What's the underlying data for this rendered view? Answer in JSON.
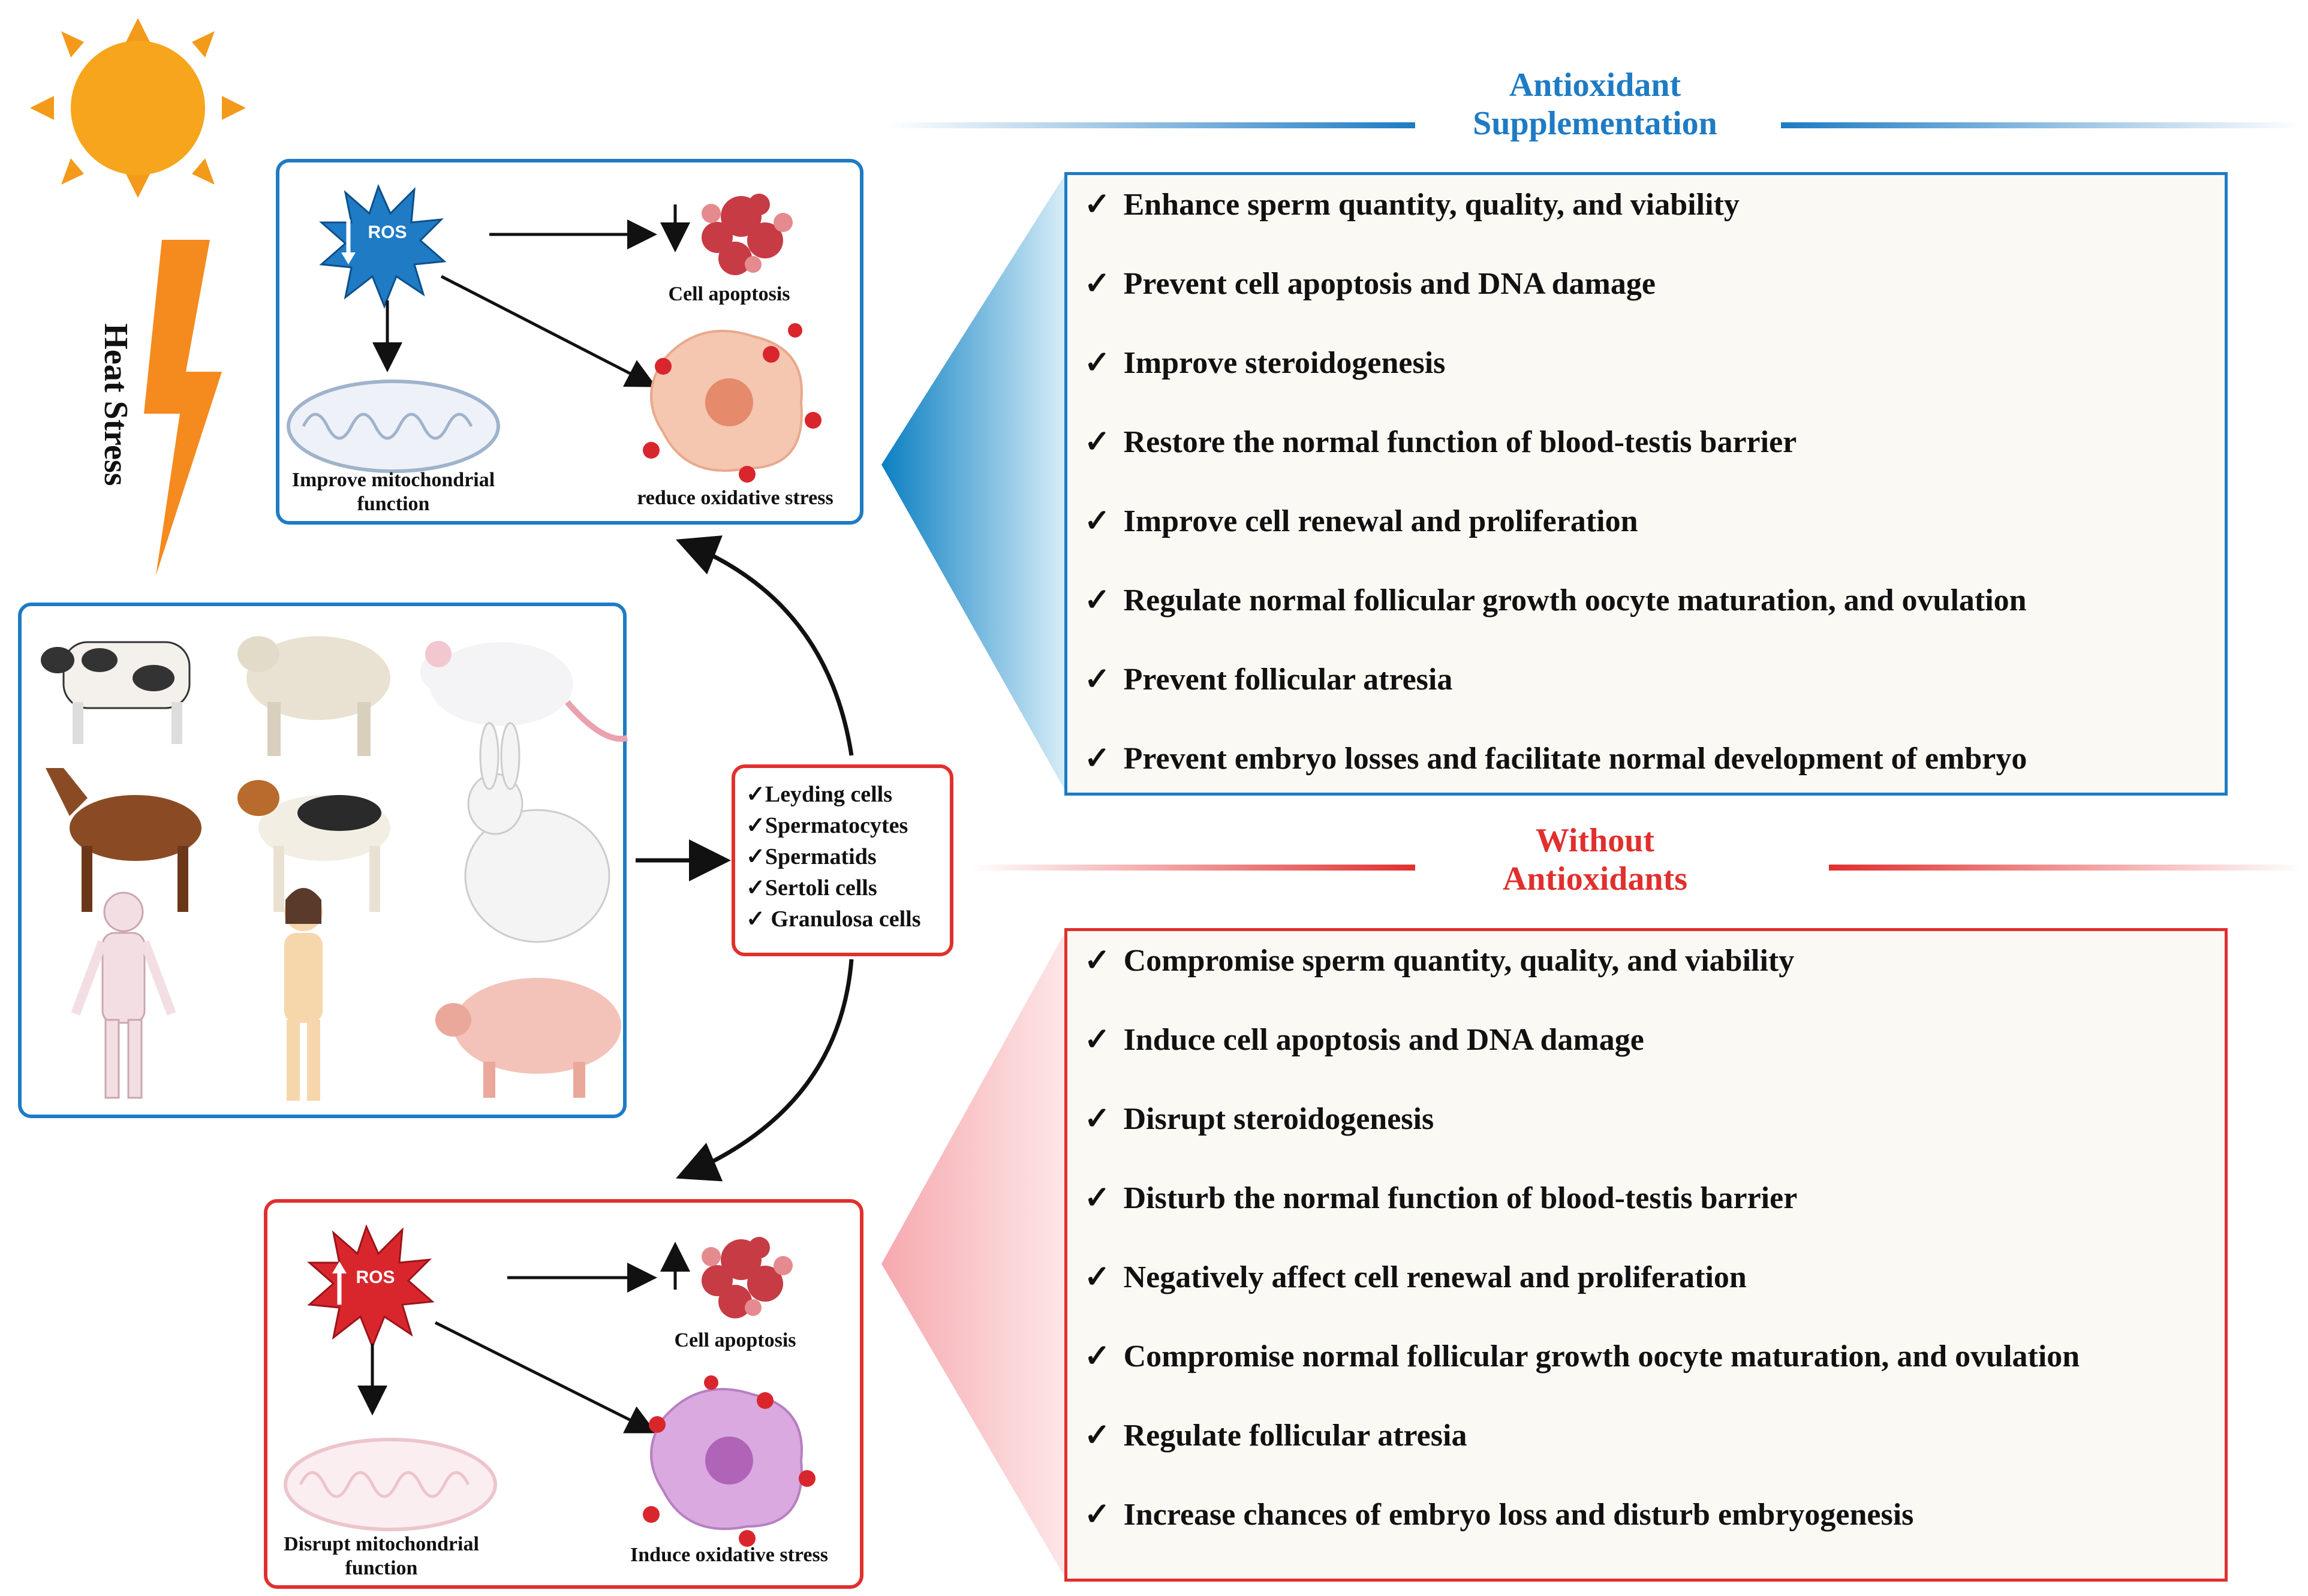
{
  "heat_stress": {
    "label": "Heat Stress"
  },
  "antioxidant": {
    "title_line1": "Antioxidant",
    "title_line2": "Supplementation",
    "ros_label": "ROS",
    "cell_apoptosis": "Cell apoptosis",
    "mito_line1": "Improve mitochondrial",
    "mito_line2": "function",
    "oxidative": "reduce oxidative stress",
    "check": "✓",
    "items": [
      "Enhance sperm quantity, quality, and viability",
      "Prevent cell apoptosis and DNA damage",
      "Improve steroidogenesis",
      "Restore the normal function of blood-testis barrier",
      "Improve cell renewal  and proliferation",
      "Regulate normal follicular growth oocyte maturation, and ovulation",
      "Prevent follicular atresia",
      "Prevent embryo losses and facilitate normal development of embryo"
    ],
    "color": "#1e7bc4"
  },
  "without": {
    "title_line1": "Without",
    "title_line2": "Antioxidants",
    "ros_label": "ROS",
    "cell_apoptosis": "Cell apoptosis",
    "mito_line1": "Disrupt mitochondrial",
    "mito_line2": "function",
    "oxidative": "Induce oxidative stress",
    "check": "✓",
    "items": [
      "Compromise sperm quantity, quality, and viability",
      "Induce cell apoptosis and DNA damage",
      "Disrupt steroidogenesis",
      "Disturb the normal function of blood-testis barrier",
      "Negatively affect cell renewal  and proliferation",
      "Compromise normal follicular growth oocyte maturation, and ovulation",
      "Regulate follicular atresia",
      "Increase chances of embryo loss and disturb embryogenesis"
    ],
    "color": "#e0302e"
  },
  "cells": {
    "check": "✓",
    "items": [
      "Leyding cells",
      "Spermatocytes",
      "Spermatids",
      "Sertoli cells",
      " Granulosa cells"
    ]
  },
  "species_icons": [
    "cow-icon",
    "zebu-icon",
    "rat-icon",
    "horse-icon",
    "dog-icon",
    "rabbit-icon",
    "man-icon",
    "woman-icon",
    "pig-icon"
  ]
}
